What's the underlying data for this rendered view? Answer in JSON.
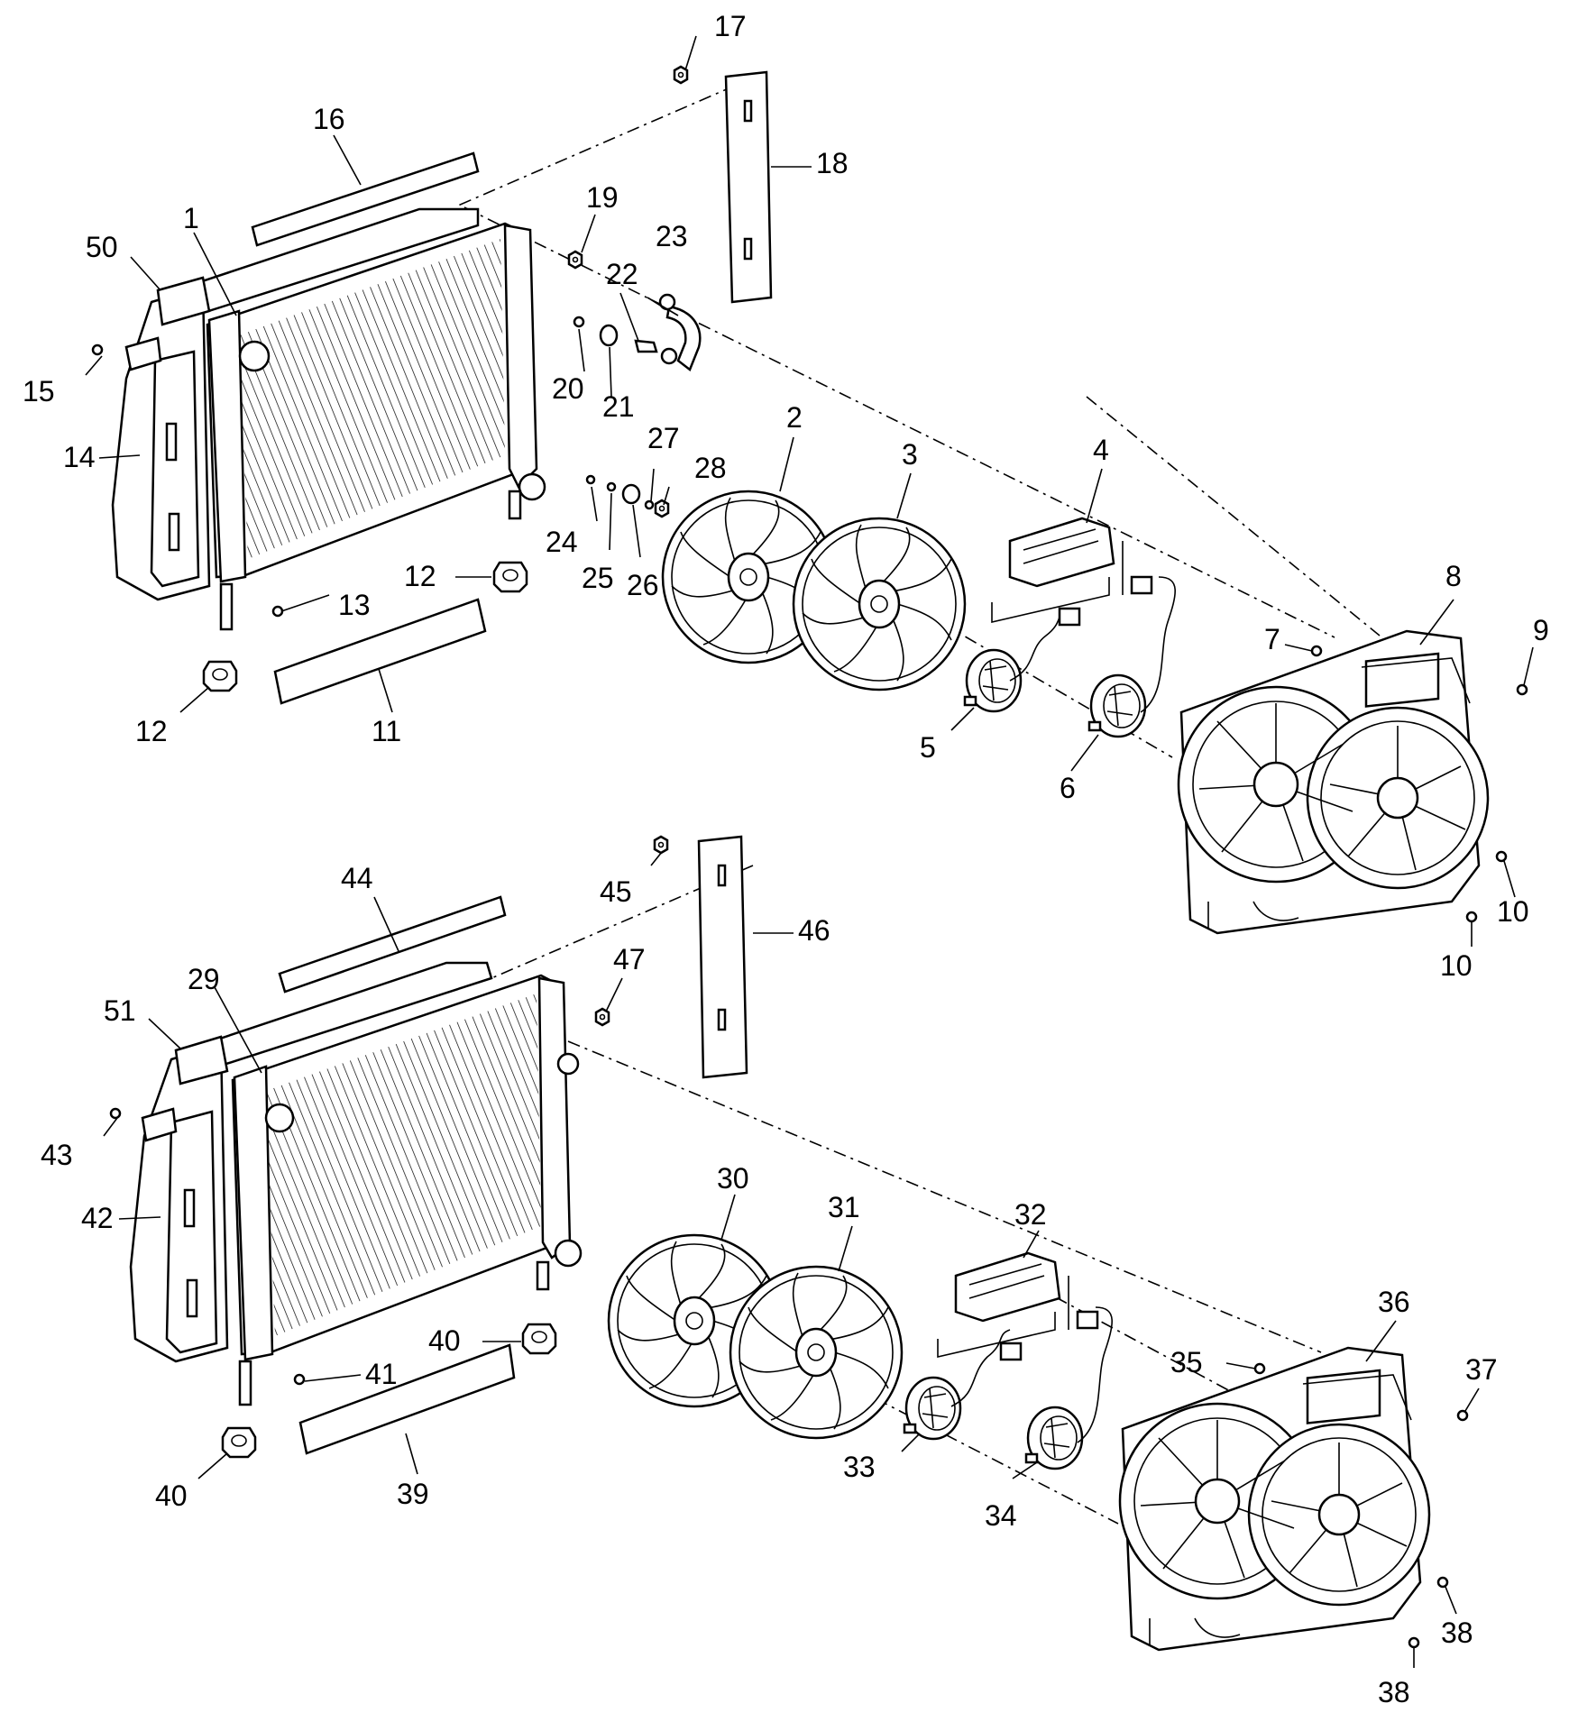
{
  "labels": {
    "l1": "1",
    "l2": "2",
    "l3": "3",
    "l4": "4",
    "l5": "5",
    "l6": "6",
    "l7": "7",
    "l8": "8",
    "l9": "9",
    "l10a": "10",
    "l10b": "10",
    "l11": "11",
    "l12a": "12",
    "l12b": "12",
    "l13": "13",
    "l14": "14",
    "l15": "15",
    "l16": "16",
    "l17": "17",
    "l18": "18",
    "l19": "19",
    "l20": "20",
    "l21": "21",
    "l22": "22",
    "l23": "23",
    "l24": "24",
    "l25": "25",
    "l26": "26",
    "l27": "27",
    "l28": "28",
    "l29": "29",
    "l30": "30",
    "l31": "31",
    "l32": "32",
    "l33": "33",
    "l34": "34",
    "l35": "35",
    "l36": "36",
    "l37": "37",
    "l38a": "38",
    "l38b": "38",
    "l39": "39",
    "l40a": "40",
    "l40b": "40",
    "l41": "41",
    "l42": "42",
    "l43": "43",
    "l44": "44",
    "l45": "45",
    "l46": "46",
    "l47": "47",
    "l50": "50",
    "l51": "51"
  },
  "colors": {
    "ink": "#000000",
    "paper": "#ffffff"
  }
}
